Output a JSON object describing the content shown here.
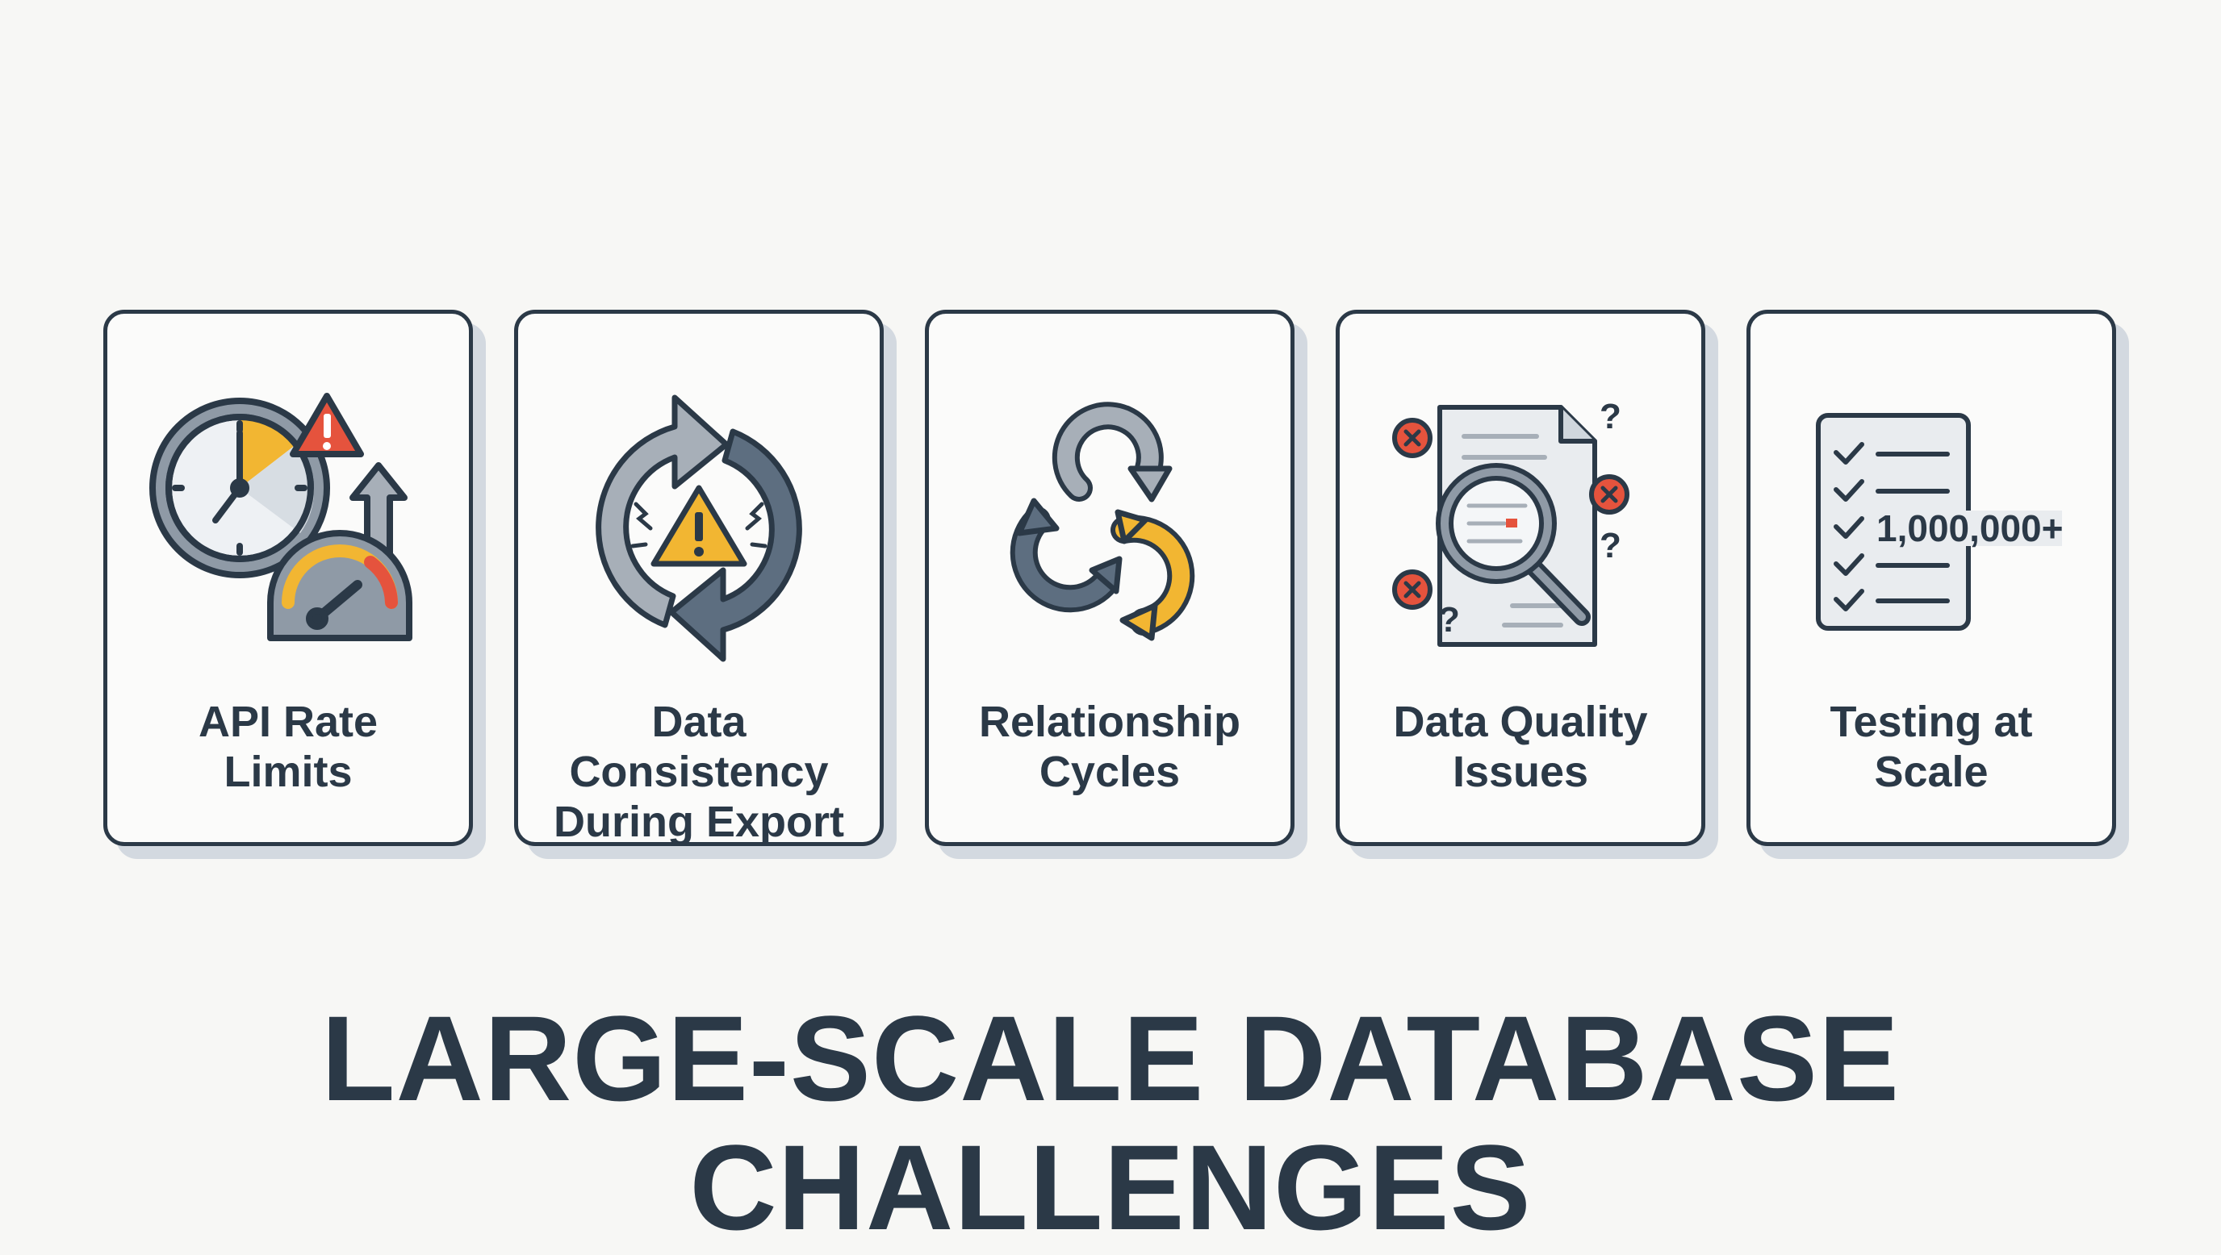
{
  "title": "LARGE-SCALE DATABASE CHALLENGES",
  "colors": {
    "ink": "#2b3947",
    "card_background": "#fbfbfa",
    "card_shadow": "#d3d9e0",
    "icon_gray": "#a7afb8",
    "icon_slate": "#5d6e80",
    "accent_yellow": "#f2b632",
    "accent_red": "#e5533d"
  },
  "cards": [
    {
      "lines": [
        "API Rate",
        "Limits"
      ],
      "icon": "stopwatch-speedometer-warning-icon"
    },
    {
      "lines": [
        "Data Consistency",
        "During Export"
      ],
      "icon": "sync-arrows-warning-icon"
    },
    {
      "lines": [
        "Relationship",
        "Cycles"
      ],
      "icon": "circular-arrows-icon"
    },
    {
      "lines": [
        "Data Quality",
        "Issues"
      ],
      "icon": "document-magnifier-errors-icon"
    },
    {
      "lines": [
        "Testing at",
        "Scale"
      ],
      "icon": "checklist-icon",
      "icon_text": "1,000,000+"
    }
  ]
}
